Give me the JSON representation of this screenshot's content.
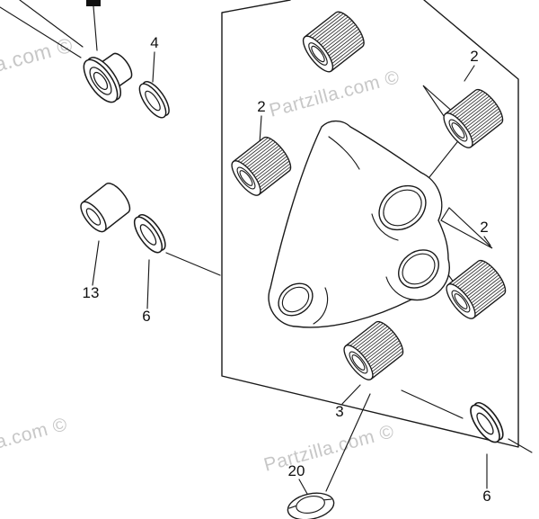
{
  "diagram": {
    "callouts": {
      "washer_top": "4",
      "bearing_left": "2",
      "bearing_top_right": "2",
      "bearing_right": "2",
      "spacer": "13",
      "washer_left": "6",
      "bearing_bottom": "3",
      "bolt": "20",
      "washer_bottom_right": "6"
    },
    "watermarks": {
      "top_left": "a.com © ",
      "center": "Partzilla.com © ",
      "bottom_left": "la.com © ",
      "bottom_center": "Partzilla.com © "
    },
    "parts": {
      "2": "needle-bearing",
      "3": "needle-bearing",
      "4": "thrust-washer",
      "6": "thrust-washer",
      "13": "spacer-collar",
      "20": "flange-bolt-head"
    },
    "colors": {
      "line": "#1a1a1a",
      "watermark": "#c7c7c7",
      "background": "#ffffff"
    }
  }
}
